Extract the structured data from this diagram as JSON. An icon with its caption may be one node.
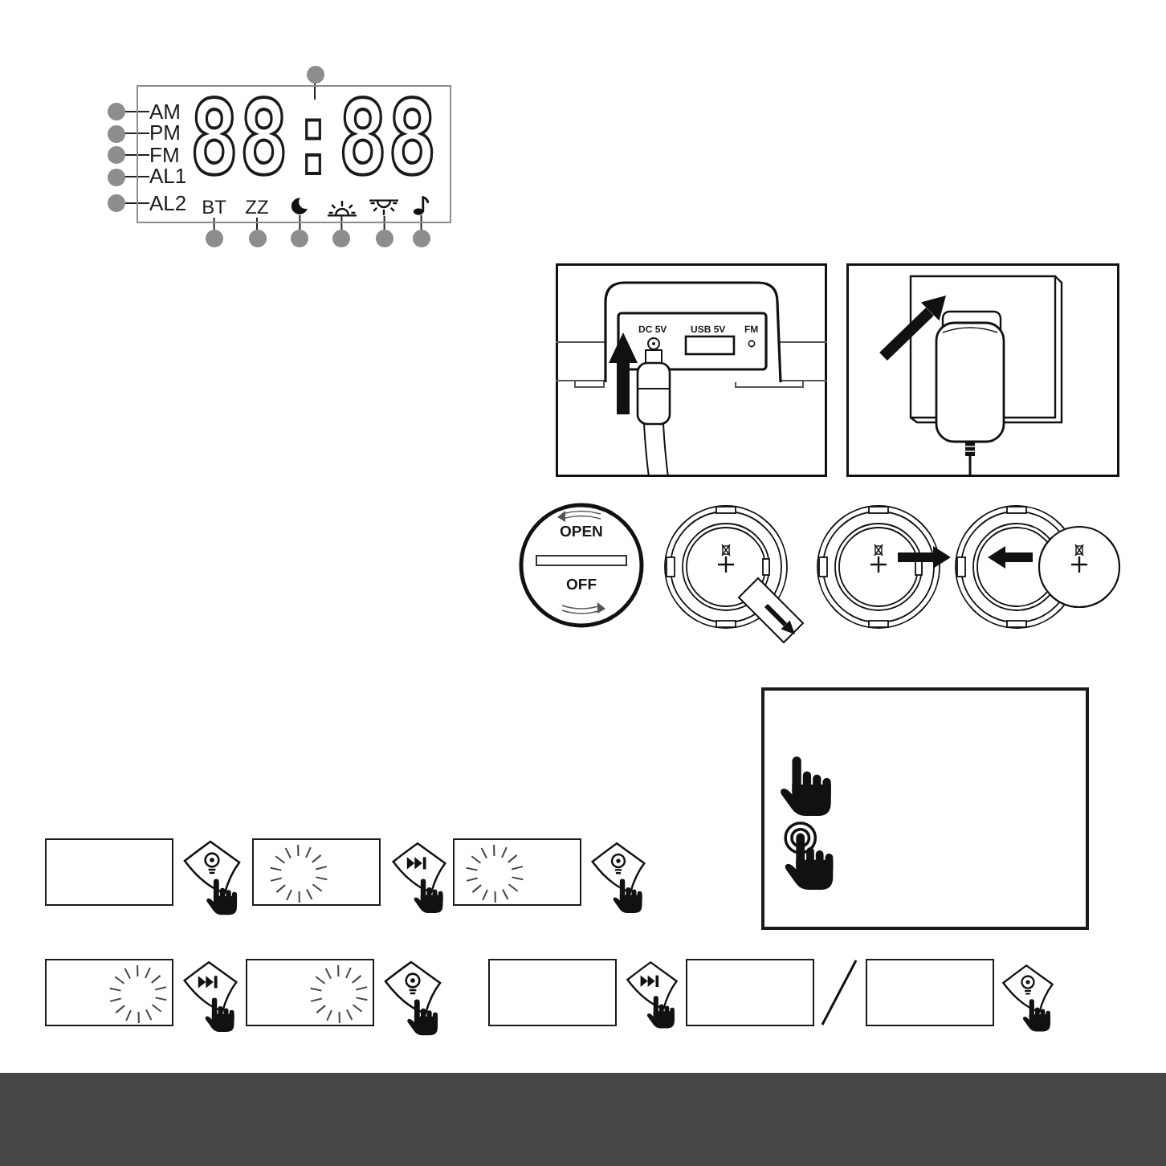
{
  "diagram": {
    "nodes": [
      {
        "text": [],
        "shape": "circle"
      },
      {
        "text": [],
        "shape": "box"
      },
      {
        "text": [
          "88:88"
        ],
        "in": 1
      },
      {
        "text": [
          "AM"
        ],
        "in": 1
      },
      {
        "text": [
          "PM"
        ],
        "in": 1
      },
      {
        "text": [
          "FM"
        ],
        "in": 1
      },
      {
        "text": [
          "AL1"
        ],
        "in": 1
      },
      {
        "text": [
          "AL2"
        ],
        "in": 1
      },
      {
        "text": [
          "BT"
        ],
        "in": 1
      },
      {
        "text": [
          "ZZ"
        ],
        "in": 1
      },
      {
        "text": [],
        "shape": "picture",
        "in": 1
      },
      {
        "text": [],
        "shape": "picture",
        "in": 1
      },
      {
        "text": [],
        "shape": "picture",
        "in": 1
      },
      {
        "text": [],
        "shape": "picture",
        "in": 1
      },
      {
        "text": [],
        "shape": "circle"
      },
      {
        "text": [],
        "shape": "circle"
      },
      {
        "text": [],
        "shape": "circle"
      },
      {
        "text": [],
        "shape": "circle"
      },
      {
        "text": [],
        "shape": "circle"
      },
      {
        "text": [],
        "shape": "circle"
      },
      {
        "text": [],
        "shape": "circle"
      },
      {
        "text": [],
        "shape": "circle"
      },
      {
        "text": [],
        "shape": "circle"
      },
      {
        "text": [],
        "shape": "circle"
      },
      {
        "text": [],
        "shape": "circle"
      },
      {
        "text": [],
        "shape": "box"
      },
      {
        "text": [],
        "shape": "box"
      },
      {
        "text": [],
        "shape": "box"
      },
      {
        "text": [],
        "shape": "box"
      },
      {
        "text": [],
        "shape": "box"
      },
      {
        "text": [],
        "shape": "box"
      },
      {
        "text": [],
        "shape": "box"
      },
      {
        "text": [],
        "shape": "box"
      }
    ],
    "edges": [
      {
        "from": 0,
        "to": 2,
        "arrow": "none"
      },
      {
        "from": 14,
        "to": 3,
        "arrow": "none"
      },
      {
        "from": 15,
        "to": 4,
        "arrow": "none"
      },
      {
        "from": 16,
        "to": 5,
        "arrow": "none"
      },
      {
        "from": 17,
        "to": 6,
        "arrow": "none"
      },
      {
        "from": 18,
        "to": 7,
        "arrow": "none"
      },
      {
        "from": 19,
        "to": 8,
        "arrow": "none"
      },
      {
        "from": 20,
        "to": 9,
        "arrow": "none"
      },
      {
        "from": 21,
        "to": 10,
        "arrow": "none"
      },
      {
        "from": 22,
        "to": 11,
        "arrow": "none"
      },
      {
        "from": 23,
        "to": 12,
        "arrow": "none"
      },
      {
        "from": 24,
        "to": 13,
        "arrow": "none"
      }
    ],
    "labels": [
      "DC 5V",
      "USB 5V",
      "FM",
      "OPEN",
      "OFF"
    ]
  }
}
